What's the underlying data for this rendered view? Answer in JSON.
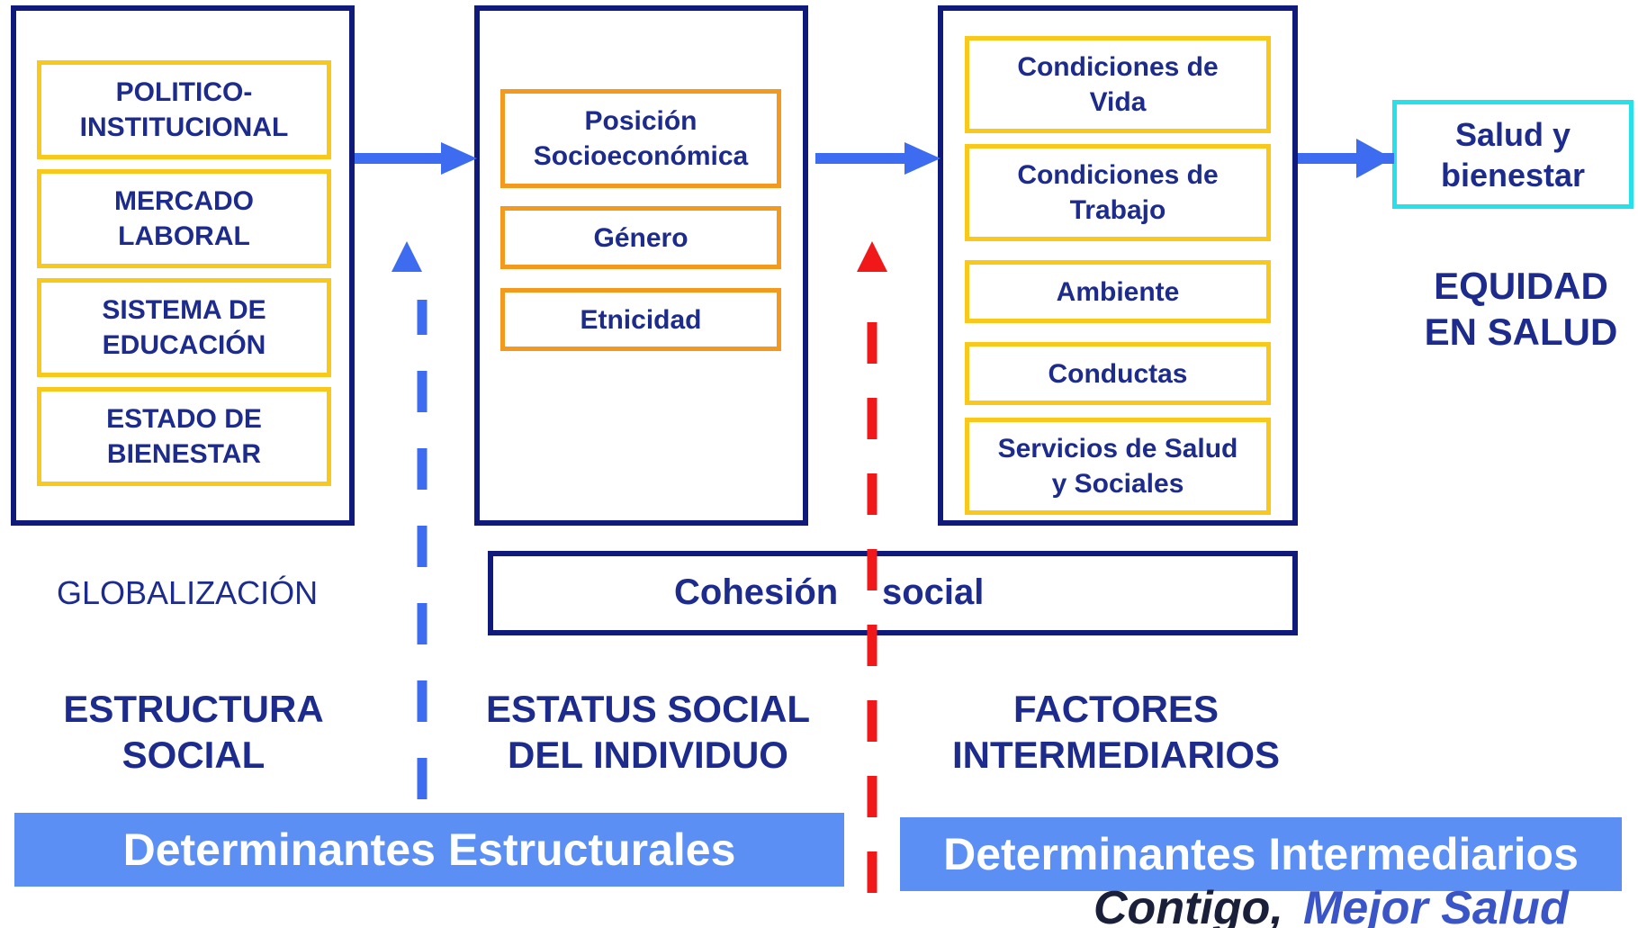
{
  "estructura_box": {
    "items": [
      {
        "label": "POLITICO-\nINSTITUCIONAL"
      },
      {
        "label": "MERCADO\nLABORAL"
      },
      {
        "label": "SISTEMA DE\nEDUCACIÓN"
      },
      {
        "label": "ESTADO DE\nBIENESTAR"
      }
    ]
  },
  "estatus_box": {
    "items": [
      {
        "label": "Posición\nSocioeconómica"
      },
      {
        "label": "Género"
      },
      {
        "label": "Etnicidad"
      }
    ]
  },
  "factores_box": {
    "items": [
      {
        "label": "Condiciones de\nVida"
      },
      {
        "label": "Condiciones de\nTrabajo"
      },
      {
        "label": "Ambiente"
      },
      {
        "label": "Conductas"
      },
      {
        "label": "Servicios de Salud\ny Sociales"
      }
    ]
  },
  "outcome_box": {
    "label": "Salud y\nbienestar"
  },
  "equidad": "EQUIDAD\nEN SALUD",
  "globalizacion": "GLOBALIZACIÓN",
  "cohesion": {
    "word1": "Cohesión",
    "word2": "social"
  },
  "column_labels": {
    "estructura": "ESTRUCTURA\nSOCIAL",
    "estatus": "ESTATUS SOCIAL\nDEL INDIVIDUO",
    "factores": "FACTORES\nINTERMEDIARIOS"
  },
  "banners": {
    "estructurales": "Determinantes Estructurales",
    "intermediarios": "Determinantes Intermediarios"
  },
  "brand": {
    "part1": "Contigo,",
    "part2": "Mejor Salud"
  },
  "colors": {
    "navy": "#0f1a7a",
    "text_blue": "#1c2b8c",
    "yellow": "#f8c81a",
    "orange": "#f39a1e",
    "cyan": "#26e0ea",
    "arrow_blue": "#3d6cf0",
    "arrow_red": "#f01818",
    "banner_blue": "#5b8ff3"
  }
}
